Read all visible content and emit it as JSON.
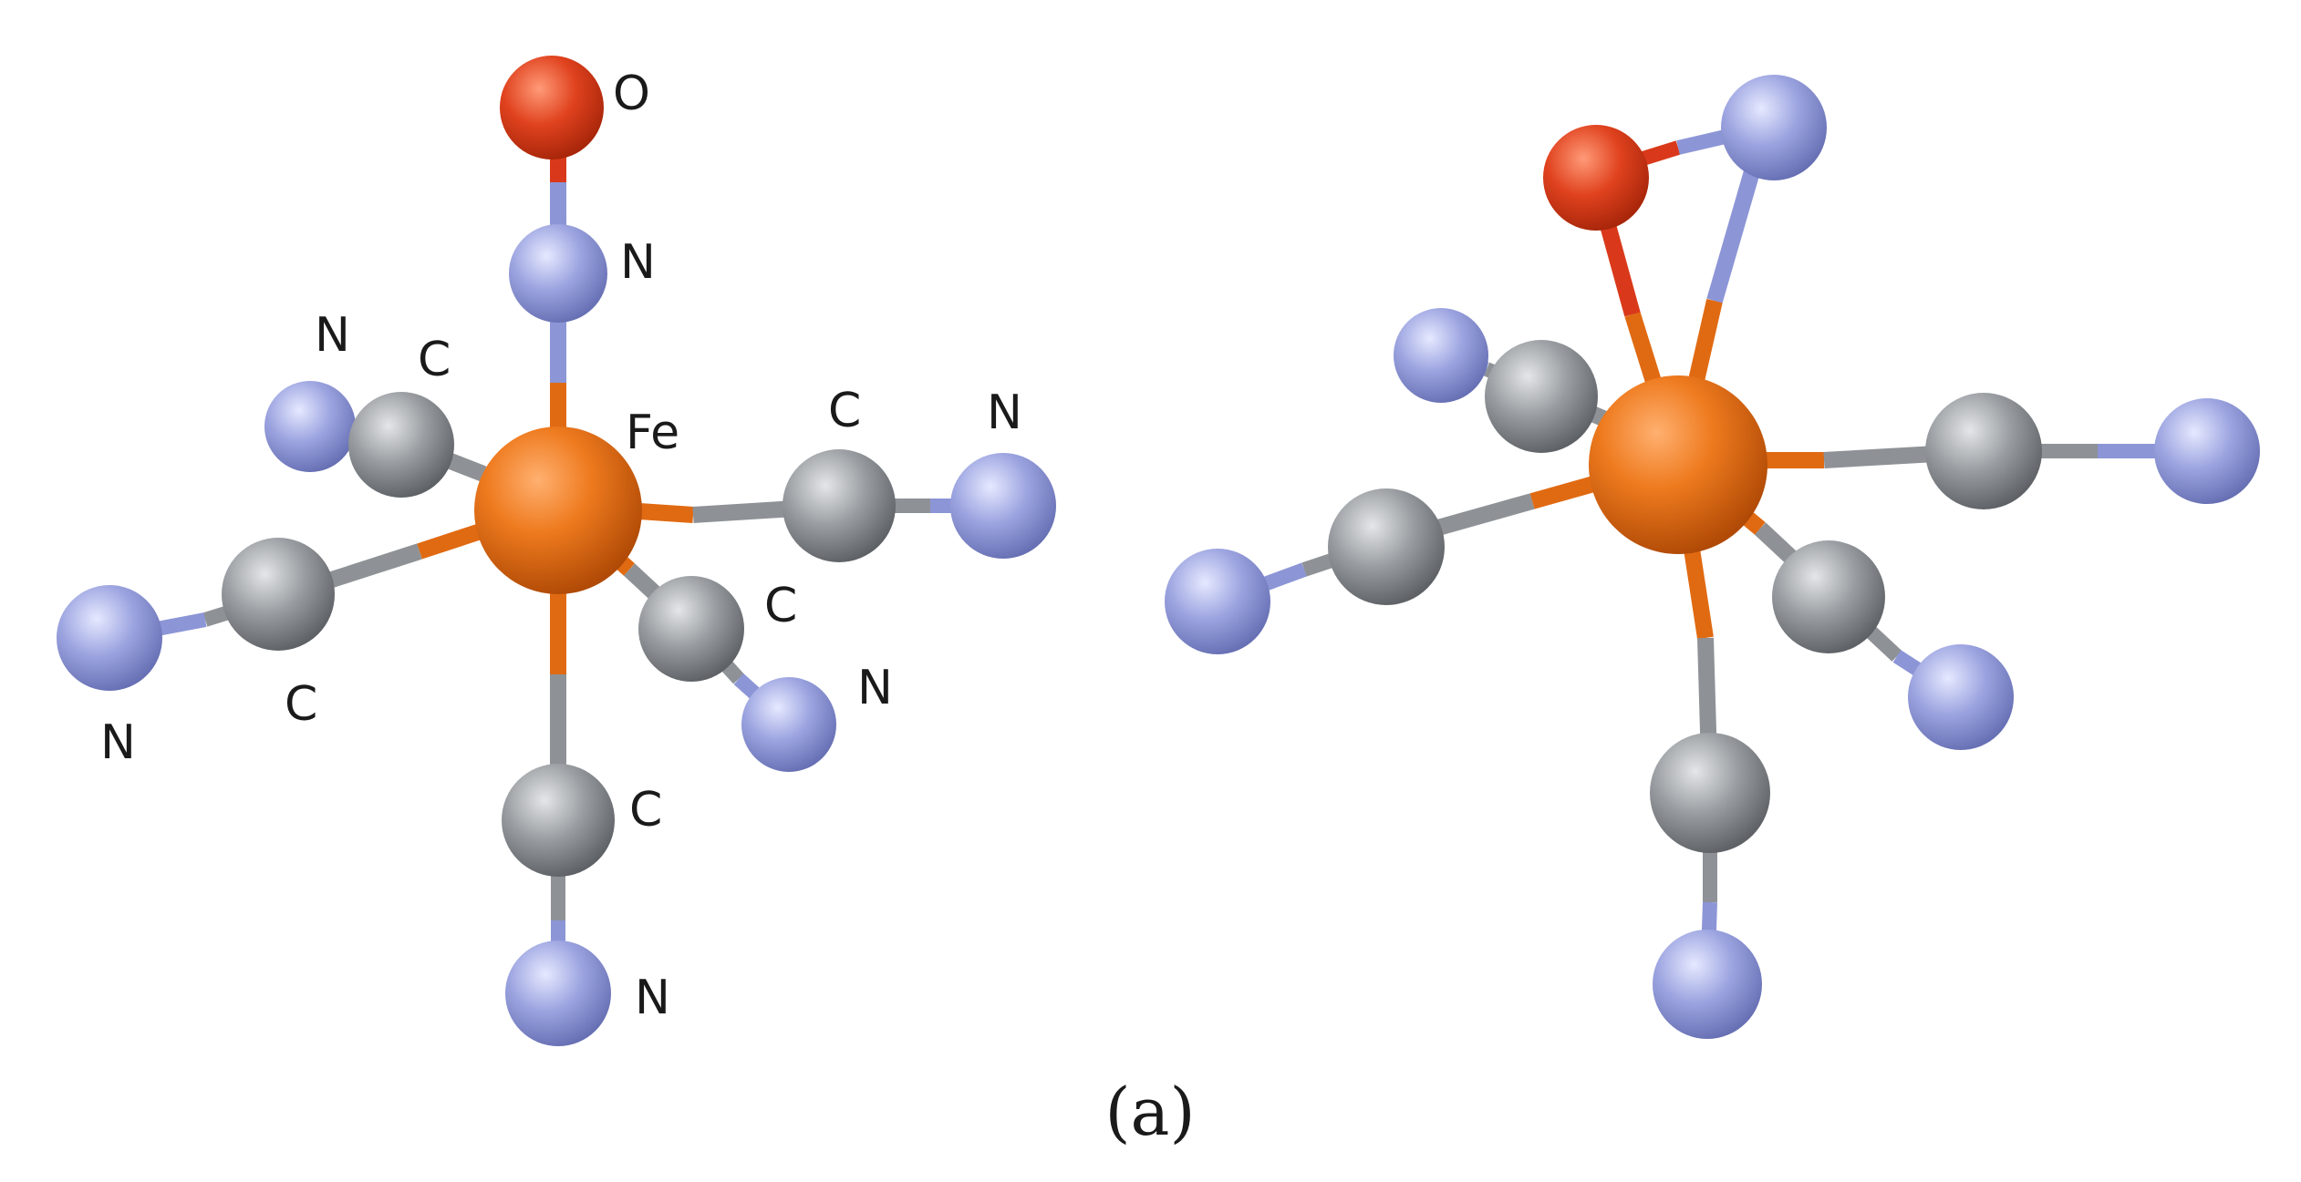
{
  "figure": {
    "caption": "(a)",
    "colors": {
      "iron": "#E06A12",
      "carbon": "#8E9296",
      "nitrogen": "#8C95D6",
      "oxygen": "#D9391A",
      "text": "#1a1a1a"
    },
    "left_structure": {
      "labels": {
        "o_top": "O",
        "n_nitrosyl": "N",
        "fe": "Fe",
        "c_upper_left": "C",
        "n_upper_left": "N",
        "c_right": "C",
        "n_right": "N",
        "c_left": "C",
        "n_left": "N",
        "c_lower_right": "C",
        "n_lower_right": "N",
        "c_bottom": "C",
        "n_bottom": "N"
      }
    }
  }
}
